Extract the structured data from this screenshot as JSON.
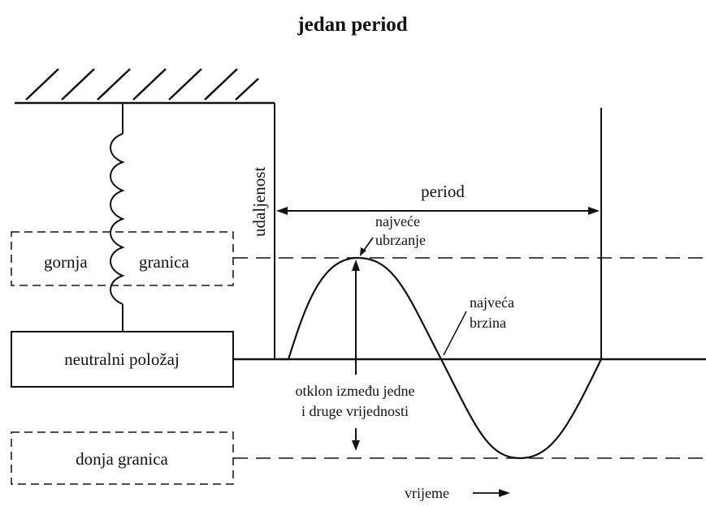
{
  "title": "jedan period",
  "labels": {
    "distance_axis": "udaljenost",
    "period": "period",
    "max_accel_1": "najveće",
    "max_accel_2": "ubrzanje",
    "max_speed_1": "najveća",
    "max_speed_2": "brzina",
    "upper_limit_1": "gornja",
    "upper_limit_2": "granica",
    "neutral_position": "neutralni položaj",
    "lower_limit": "donja granica",
    "deflection_1": "otklon između jedne",
    "deflection_2": "i druge vrijednosti",
    "time_axis": "vrijeme"
  },
  "colors": {
    "ink": "#111111",
    "background": "#ffffff"
  }
}
